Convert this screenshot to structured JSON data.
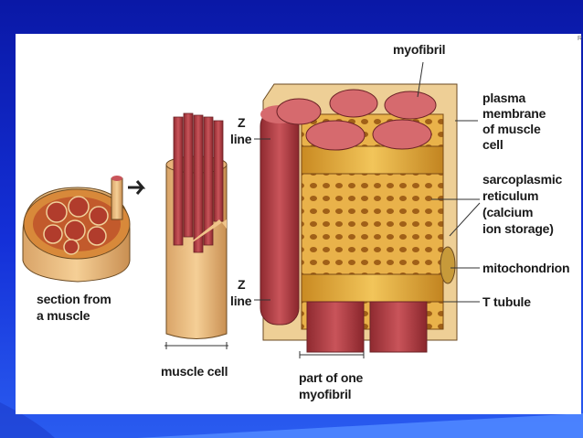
{
  "slide": {
    "corner_mark": "R",
    "labels": {
      "myofibril": "myofibril",
      "plasma_membrane": [
        "plasma",
        "membrane",
        "of muscle",
        "cell"
      ],
      "sarcoplasmic": [
        "sarcoplasmic",
        "reticulum",
        "(calcium",
        "ion storage)"
      ],
      "mitochondrion": "mitochondrion",
      "t_tubule": "T tubule",
      "z_line_top": [
        "Z",
        "line"
      ],
      "z_line_bottom": [
        "Z",
        "line"
      ],
      "section": [
        "section from",
        "a muscle"
      ],
      "muscle_cell": "muscle cell",
      "part_of_myofibril": [
        "part of one",
        "myofibril"
      ]
    },
    "colors": {
      "background_blue": "#0c1cae",
      "panel": "#ffffff",
      "muscle_red": "#b8434a",
      "reticulum_yellow": "#e8b646",
      "cell_tan": "#f0c48a"
    }
  }
}
